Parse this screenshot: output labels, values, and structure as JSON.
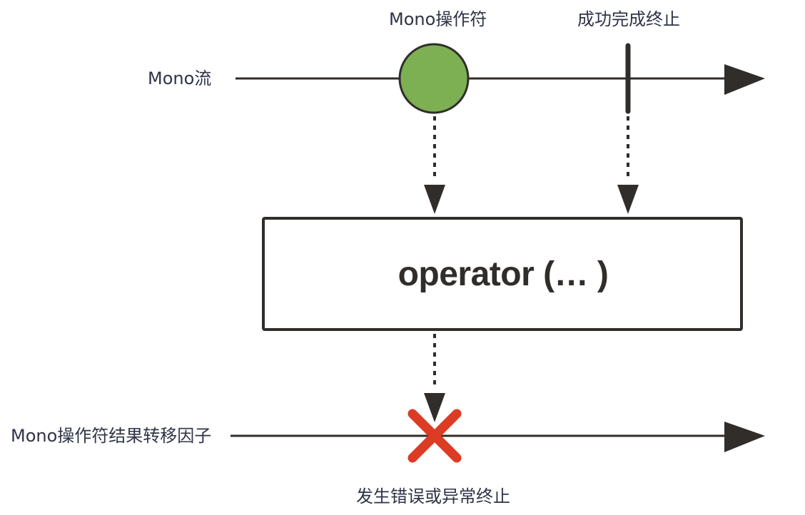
{
  "labels": {
    "mono_stream": "Mono流",
    "mono_operator": "Mono操作符",
    "success_complete": "成功完成终止",
    "result_stream": "Mono操作符结果转移因子",
    "error_terminate": "发生错误或异常终止"
  },
  "operator_box": {
    "text": "operator (… )"
  },
  "colors": {
    "line": "#302d2b",
    "item_fill": "#7cb052",
    "error_mark": "#dc3b24",
    "label_text": "#2f3347"
  },
  "icons": {
    "item": "green-circle",
    "completion": "vertical-bar",
    "error": "red-x",
    "arrowhead": "triangle"
  }
}
